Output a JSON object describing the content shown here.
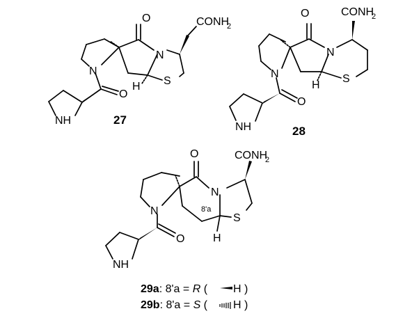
{
  "compounds": [
    {
      "id": "27",
      "label": "27",
      "atoms": {
        "O": "O",
        "CONH": "CONH",
        "sub2": "2",
        "N_ring": "N",
        "N_pyr": "N",
        "O_amide": "O",
        "NH": "NH",
        "S": "S",
        "H": "H"
      }
    },
    {
      "id": "28",
      "label": "28",
      "atoms": {
        "O": "O",
        "CONH": "CONH",
        "sub2": "2",
        "N_ring": "N",
        "N_pyr": "N",
        "O_amide": "O",
        "NH": "NH",
        "S": "S",
        "H": "H"
      }
    },
    {
      "id": "29",
      "atoms": {
        "O": "O",
        "CONH": "CONH",
        "sub2": "2",
        "N_ring": "N",
        "N_pyr": "N",
        "O_amide": "O",
        "NH": "NH",
        "S": "S",
        "H": "H",
        "pos": "8'a"
      }
    }
  ],
  "captions": [
    {
      "bold": "29a",
      "text": ": 8'a = ",
      "stereo": "R",
      "paren_open": " (",
      "H": "H",
      "paren_close": " )"
    },
    {
      "bold": "29b",
      "text": ": 8'a = ",
      "stereo": "S",
      "paren_open": " (",
      "H": "H",
      "paren_close": " )"
    }
  ]
}
